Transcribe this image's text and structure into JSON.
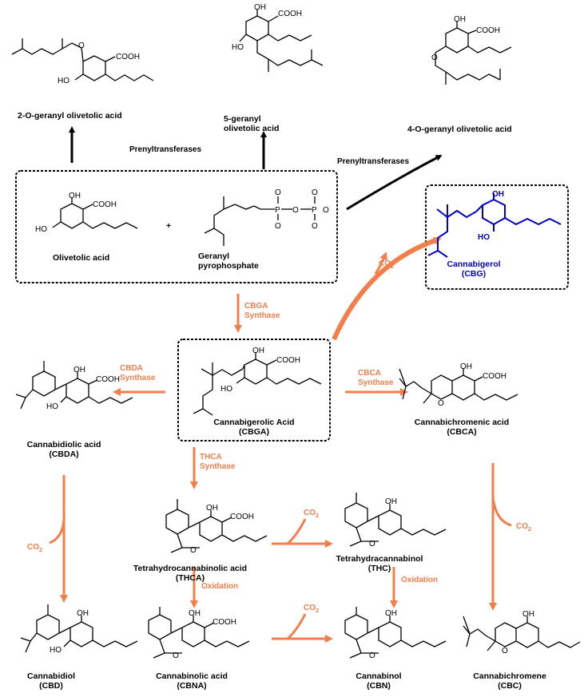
{
  "compounds": {
    "og2": "2-O-geranyl olivetolic acid",
    "g5_l1": "5-geranyl",
    "g5_l2": "olivetolic acid",
    "og4": "4-O-geranyl olivetolic acid",
    "olivetolic": "Olivetolic acid",
    "gpp_l1": "Geranyl",
    "gpp_l2": "pyrophosphate",
    "cbg_l1": "Cannabigerol",
    "cbg_l2": "(CBG)",
    "cbga_l1": "Cannabigerolic Acid",
    "cbga_l2": "(CBGA)",
    "cbda_l1": "Cannabidiolic acid",
    "cbda_l2": "(CBDA)",
    "cbca_l1": "Cannabichromenic acid",
    "cbca_l2": "(CBCA)",
    "thca_l1": "Tetrahydrocannabinolic acid",
    "thca_l2": "(THCA)",
    "thc_l1": "Tetrahydracannabinol",
    "thc_l2": "(THC)",
    "cbd_l1": "Cannabidiol",
    "cbd_l2": "(CBD)",
    "cbna_l1": "Cannabinolic acid",
    "cbna_l2": "(CBNA)",
    "cbn_l1": "Cannabinol",
    "cbn_l2": "(CBN)",
    "cbc_l1": "Cannabichromene",
    "cbc_l2": "(CBC)"
  },
  "enzymes": {
    "prenyl_left": "Prenyltransferases",
    "prenyl_right": "Prenyltransferases",
    "cbga_syn_l1": "CBGA",
    "cbga_syn_l2": "Synthase",
    "cbda_syn_l1": "CBDA",
    "cbda_syn_l2": "Synthase",
    "cbca_syn_l1": "CBCA",
    "cbca_syn_l2": "Synthase",
    "thca_syn_l1": "THCA",
    "thca_syn_l2": "Synthase",
    "oxidation": "Oxidation"
  },
  "atoms": {
    "oh": "OH",
    "cooh": "COOH",
    "ho": "HO",
    "o": "O",
    "p": "P",
    "co2_main": "CO",
    "co2_sub": "2",
    "plus": "+",
    "minus": "−"
  },
  "colors": {
    "arrow_orange": "#f47e4a",
    "arrow_black": "#000000",
    "cbg_blue": "#0000cc"
  }
}
